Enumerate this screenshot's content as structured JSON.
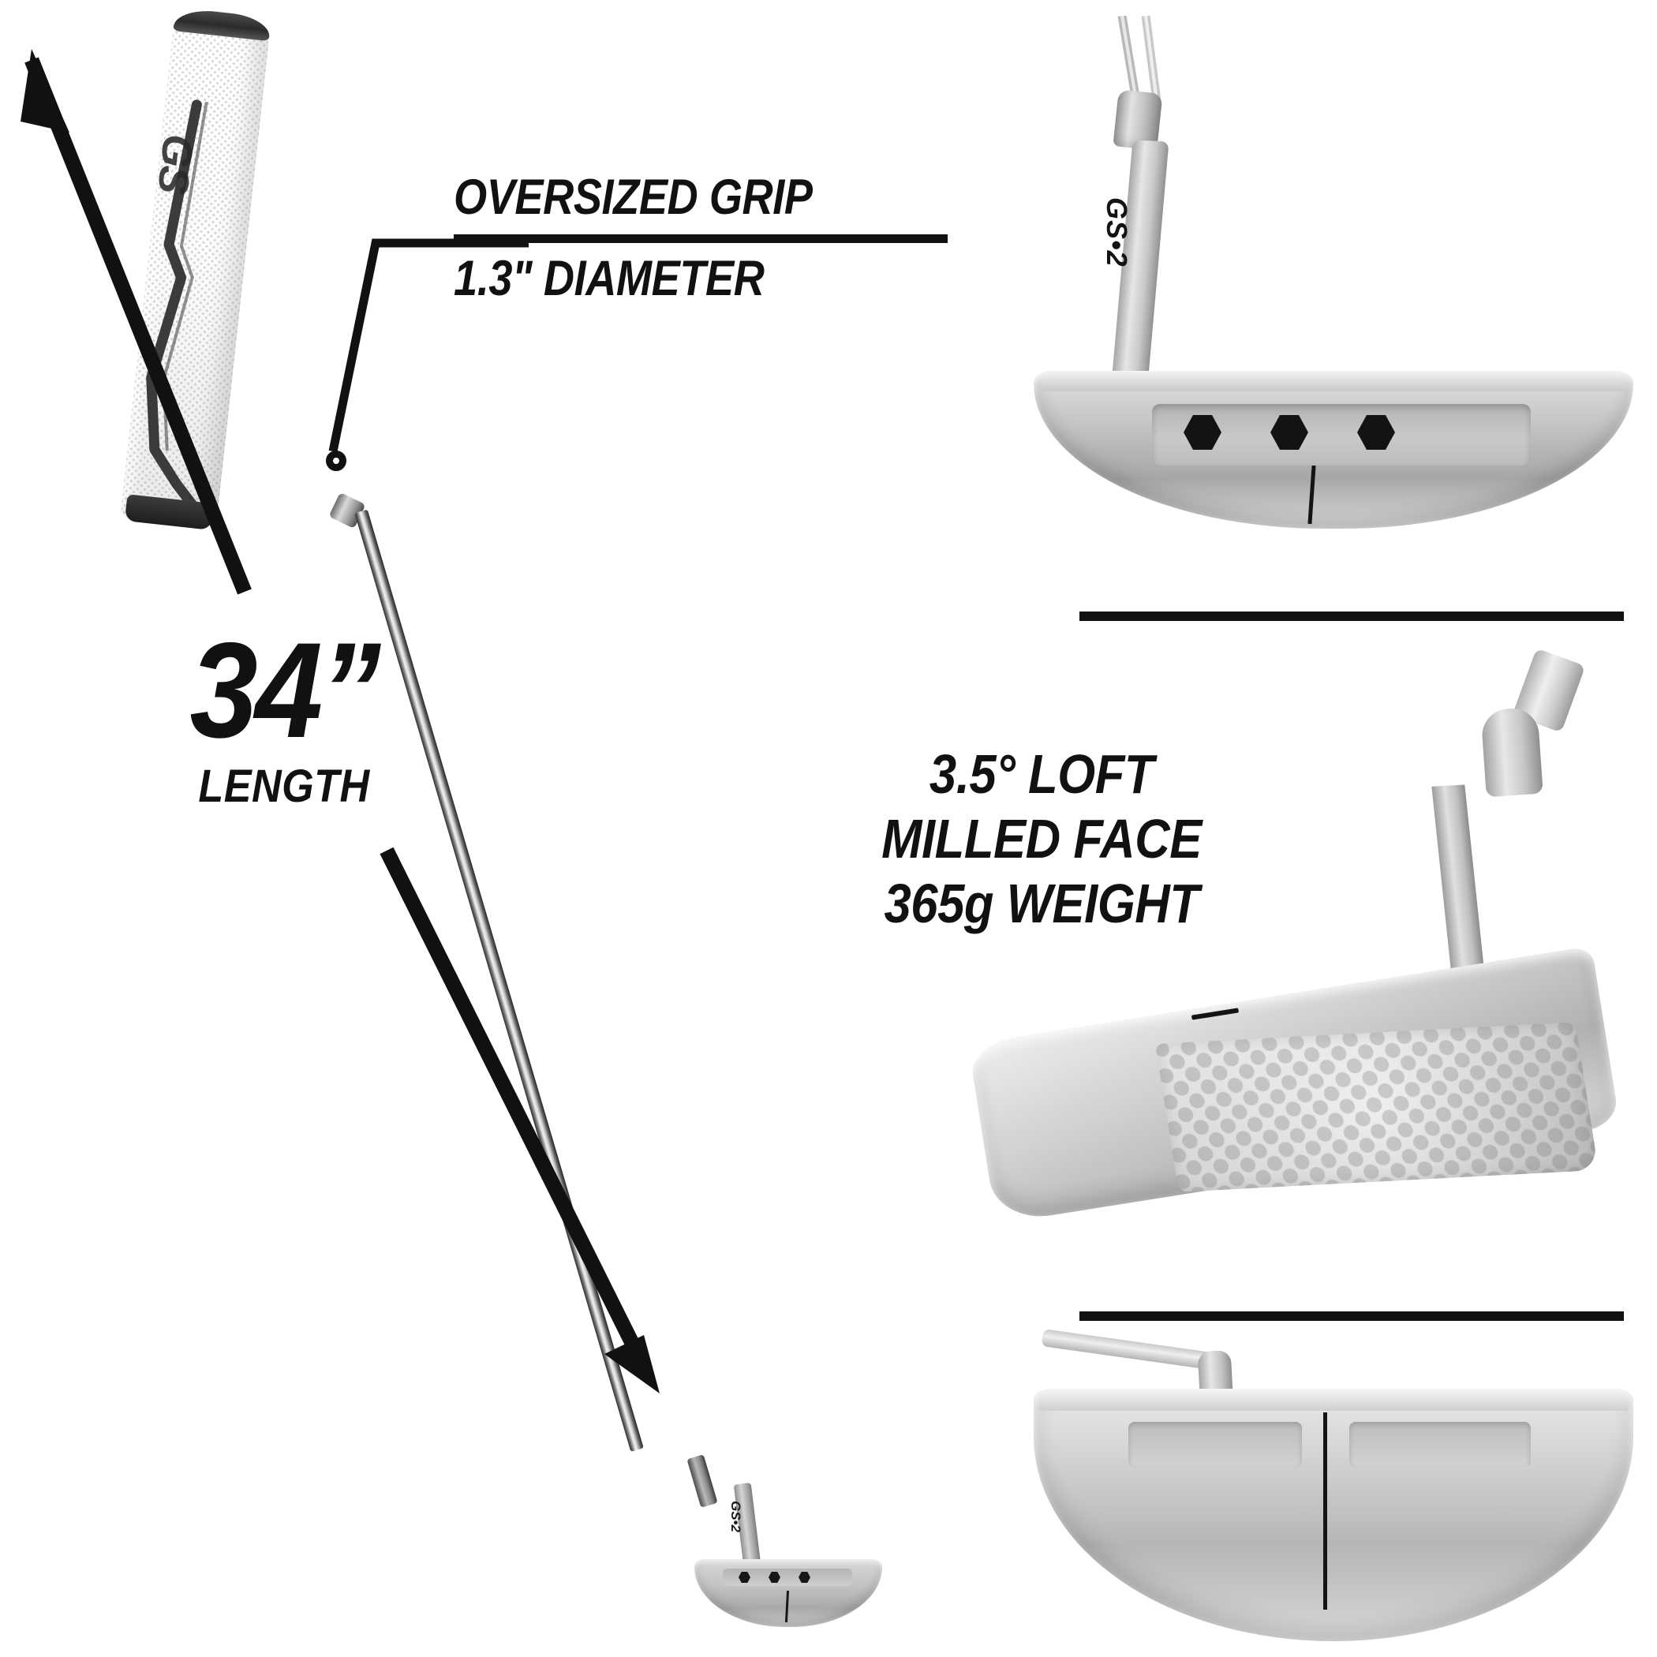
{
  "product": {
    "brand_mark": "GS•2",
    "grip_logo": "GS"
  },
  "callouts": {
    "grip": {
      "line1": "OVERSIZED GRIP",
      "line2": "1.3\" DIAMETER"
    },
    "length": {
      "value": "34”",
      "label": "LENGTH"
    },
    "specs": {
      "loft": "3.5° LOFT",
      "face": "MILLED FACE",
      "weight": "365g WEIGHT"
    }
  },
  "photos": {
    "mallet_top": {
      "hosel_label": "GS•2",
      "weight_ports": 3
    },
    "blade_face": {
      "face_pattern": "honeycomb-milled"
    },
    "sole_view": {
      "alignment_line": true
    },
    "mini_head": {
      "hosel_label": "GS•2",
      "weight_ports": 3
    }
  },
  "colors": {
    "text": "#111111",
    "background": "#ffffff",
    "metal_light": "#e4e4e4",
    "metal_dark": "#a7a7a7",
    "grip_white": "#ffffff",
    "grip_accent": "#2a2a2a"
  },
  "icons": {
    "dimension_arrow_up": "arrow-up",
    "dimension_arrow_down": "arrow-down",
    "leader_line": "callout-leader"
  }
}
